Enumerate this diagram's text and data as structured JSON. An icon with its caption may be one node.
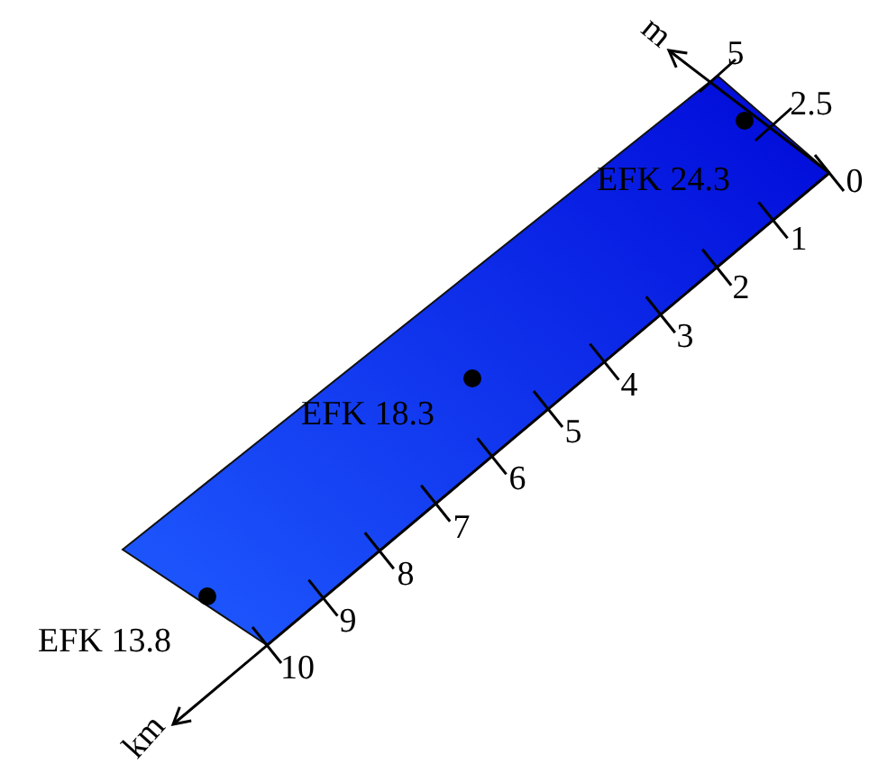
{
  "diagram": {
    "labels": [
      "m",
      "5",
      "2.5",
      "EFK 24.3",
      "0",
      "1",
      "2",
      "3",
      "4",
      "EFK 18.3",
      "5",
      "6",
      "7",
      "8",
      "9",
      "EFK 13.8",
      "10",
      "km"
    ]
  }
}
